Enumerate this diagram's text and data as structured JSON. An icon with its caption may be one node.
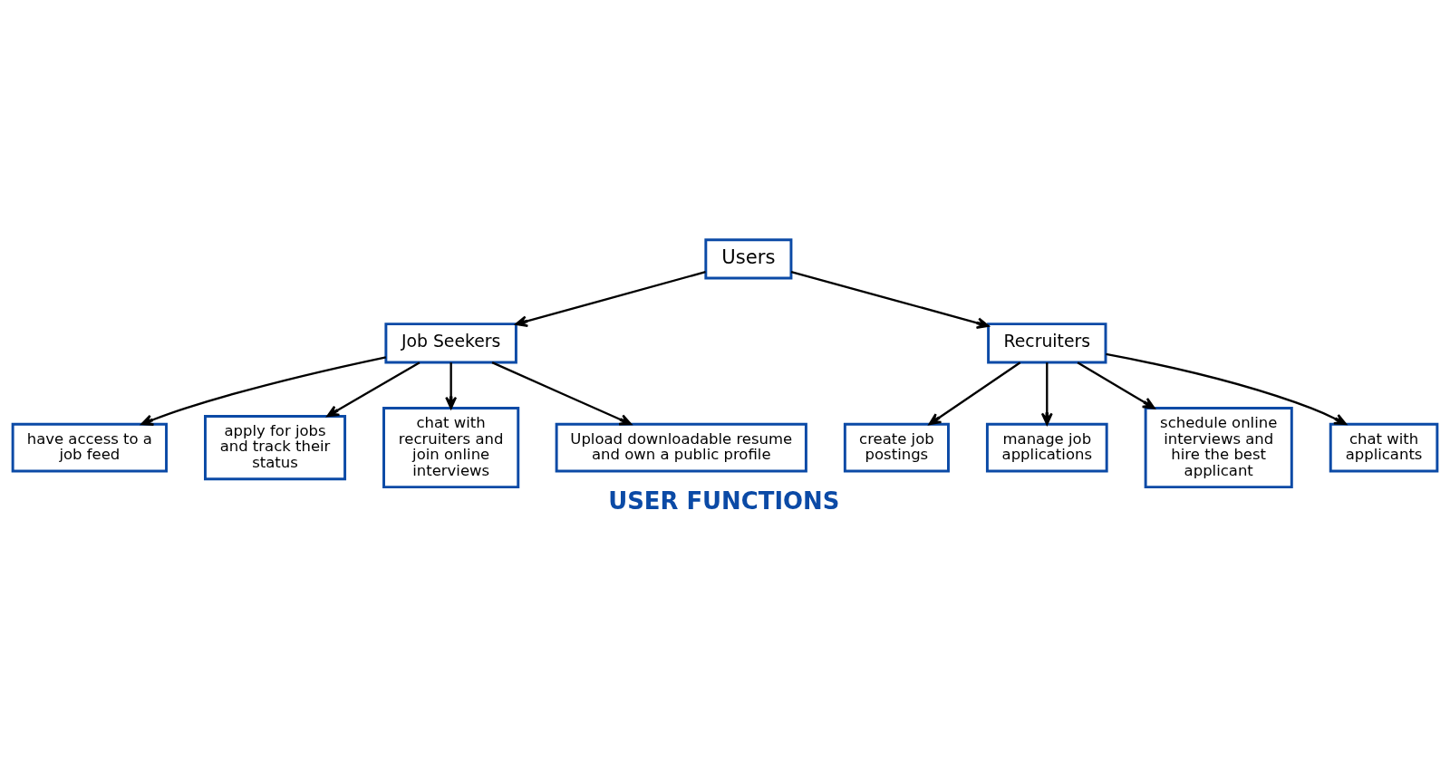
{
  "diagram": {
    "caption": "USER FUNCTIONS",
    "nodes": [
      {
        "text": [
          "Users"
        ]
      },
      {
        "text": [
          "Job Seekers"
        ]
      },
      {
        "text": [
          "Recruiters"
        ]
      },
      {
        "text": [
          "have access to a job feed"
        ]
      },
      {
        "text": [
          "apply for jobs and track their status"
        ]
      },
      {
        "text": [
          "chat with recruiters and join online interviews"
        ]
      },
      {
        "text": [
          "Upload downloadable resume and own a public profile"
        ]
      },
      {
        "text": [
          "create job postings"
        ]
      },
      {
        "text": [
          "manage job applications"
        ]
      },
      {
        "text": [
          "schedule online interviews and hire the best applicant"
        ]
      },
      {
        "text": [
          "chat with applicants"
        ]
      }
    ],
    "edges": [
      {
        "from": 0,
        "to": 1,
        "arrow": "to"
      },
      {
        "from": 0,
        "to": 2,
        "arrow": "to"
      },
      {
        "from": 1,
        "to": 3,
        "arrow": "to"
      },
      {
        "from": 1,
        "to": 4,
        "arrow": "to"
      },
      {
        "from": 1,
        "to": 6,
        "arrow": "to"
      },
      {
        "from": 1,
        "to": 5,
        "arrow": "to"
      },
      {
        "from": 2,
        "to": 7,
        "arrow": "to"
      },
      {
        "from": 2,
        "to": 8,
        "arrow": "to"
      },
      {
        "from": 2,
        "to": 10,
        "arrow": "to"
      },
      {
        "from": 2,
        "to": 9,
        "arrow": "to"
      }
    ]
  }
}
